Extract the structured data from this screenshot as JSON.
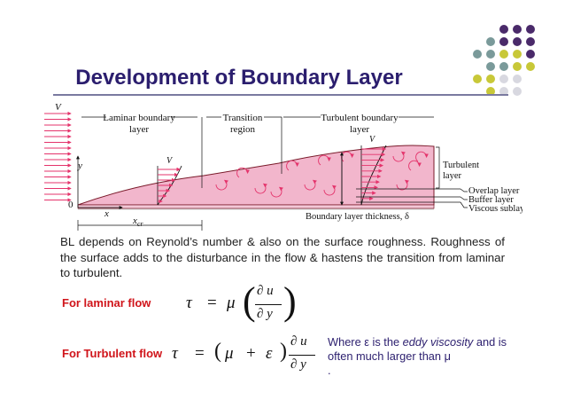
{
  "slide": {
    "title": "Development of Boundary Layer",
    "decoration_colors": [
      "#4a2a6a",
      "#7a9a9a",
      "#c8c838",
      "#d8d8e0"
    ]
  },
  "diagram": {
    "labels": {
      "v_left": "V",
      "y_axis": "y",
      "origin": "0",
      "x_axis": "x",
      "laminar_1": "Laminar boundary",
      "laminar_2": "layer",
      "transition_1": "Transition",
      "transition_2": "region",
      "turbulent_1": "Turbulent boundary",
      "turbulent_2": "layer",
      "v_laminar": "V",
      "v_turbulent": "V",
      "turbulent_layer_1": "Turbulent",
      "turbulent_layer_2": "layer",
      "overlap_layer": "Overlap layer",
      "buffer_layer": "Buffer layer",
      "viscous_sublayer": "Viscous sublayer",
      "thickness": "Boundary layer thickness, δ",
      "x_cr": "x",
      "x_cr_sub": "cr"
    },
    "colors": {
      "layer_fill": "#f2b6cc",
      "arrow": "#e4336b",
      "outline": "#7a1a2a"
    }
  },
  "text": {
    "paragraph": "BL depends on Reynold’s number & also on the surface roughness. Roughness of the surface adds to the disturbance in the flow & hastens the transition from laminar to turbulent.",
    "laminar_label": "For laminar flow",
    "turbulent_label": "For Turbulent flow",
    "note_prefix": "Where ε is the ",
    "note_em": "eddy viscosity",
    "note_suffix": " and is often much larger than μ",
    "note_end": "."
  },
  "equations": {
    "tau": "τ",
    "eq": "=",
    "mu": "μ",
    "plus": "+",
    "epsilon": "ε",
    "lparen": "(",
    "rparen": ")",
    "num": "∂ u",
    "den": "∂ y"
  }
}
